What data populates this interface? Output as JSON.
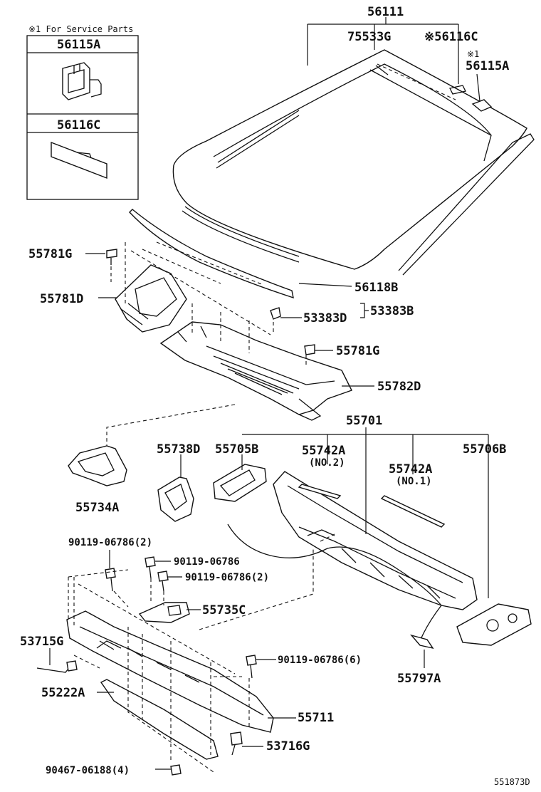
{
  "service_parts_box": {
    "header": "※1 For Service Parts",
    "part_a": "56115A",
    "part_b": "56116C"
  },
  "labels": {
    "p56111": "56111",
    "p75533G": "75533G",
    "p56116C_top": "※56116C",
    "p56115A_mark": "※1",
    "p56115A_top": "56115A",
    "p55781G_left": "55781G",
    "p55781D": "55781D",
    "p56118B": "56118B",
    "p53383D": "53383D",
    "p53383B": "53383B",
    "p55781G_mid": "55781G",
    "p55782D": "55782D",
    "p55701": "55701",
    "p55738D": "55738D",
    "p55705B": "55705B",
    "p55742A_no2": "55742A",
    "p55742A_no2_sub": "(NO.2)",
    "p55742A_no1": "55742A",
    "p55742A_no1_sub": "(NO.1)",
    "p55706B": "55706B",
    "p55734A": "55734A",
    "p90119_2a": "90119-06786(2)",
    "p90119_single": "90119-06786",
    "p90119_2b": "90119-06786(2)",
    "p55735C": "55735C",
    "p53715G": "53715G",
    "p90119_6": "90119-06786(6)",
    "p55797A": "55797A",
    "p55222A": "55222A",
    "p55711": "55711",
    "p53716G": "53716G",
    "p90467": "90467-06188(4)",
    "diagram_id": "551873D"
  }
}
